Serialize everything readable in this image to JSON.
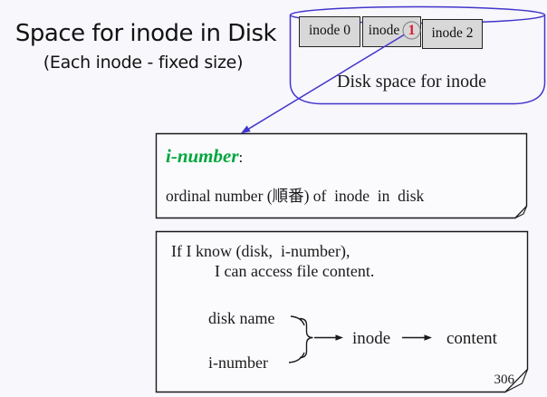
{
  "slide": {
    "title": "Space for inode in Disk",
    "subtitle": "(Each inode - fixed size)",
    "page_number": "306",
    "background_color": "#f7f7fc",
    "ink_color": "#1a1a1a"
  },
  "disk": {
    "caption": "Disk space for inode",
    "cell0": "inode 0",
    "cell1_word": "inode",
    "cell1_num": "1",
    "cell2": "inode 2",
    "outline_color": "#4335cb",
    "cell_fill_color": "#d8d8d8",
    "highlight_num_color": "#e01933",
    "highlight_circle_color": "#8a8a8a"
  },
  "inumber_note": {
    "term": "i-number",
    "colon": ":",
    "term_color": "#00a63c",
    "definition": "ordinal number (順番) of  inode  in  disk"
  },
  "access_note": {
    "line1": "If I know (disk,  i-number),",
    "line2": "I can access file content.",
    "flow": {
      "input1": "disk name",
      "input2": "i-number",
      "node": "inode",
      "result": "content"
    }
  }
}
